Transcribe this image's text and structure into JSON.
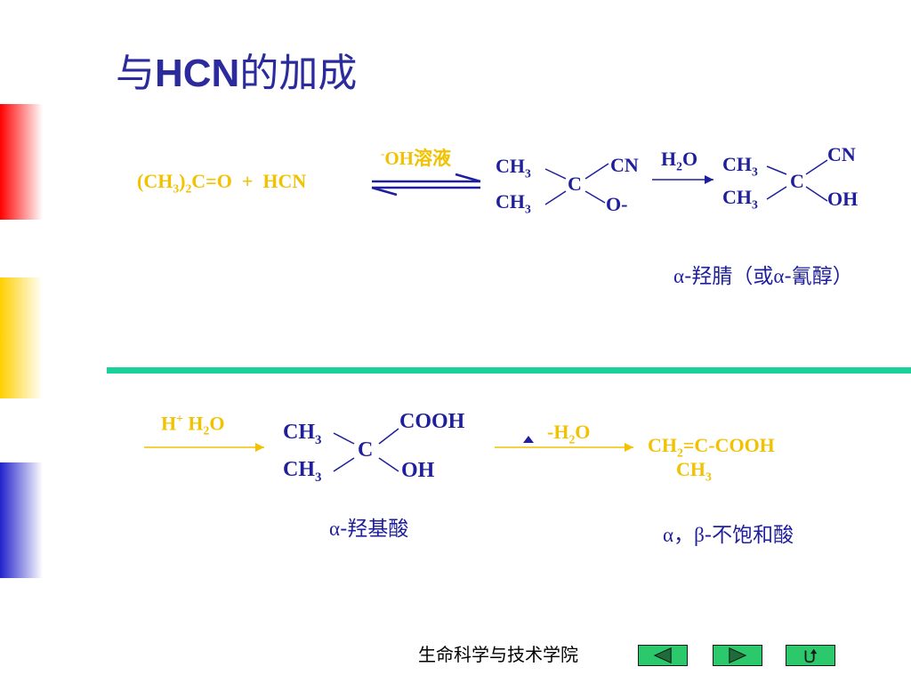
{
  "title": {
    "pre": "与",
    "latin": "HCN",
    "post": "的加成"
  },
  "colors": {
    "title": "#2b2b9e",
    "blue": "#1f1f9c",
    "yellow": "#f2c200",
    "divider": "#19d29b",
    "nav": "#2cc86c"
  },
  "reaction1": {
    "reactant": {
      "p1": "(CH",
      "s1": "3",
      "p2": ")",
      "s2": "2",
      "p3": "C=O  +  HCN"
    },
    "catalyst": {
      "sup": "-",
      "text": "OH溶液"
    },
    "intermediate": {
      "ch3_top": "CH",
      "ch3_top_sub": "3",
      "ch3_bot": "CH",
      "ch3_bot_sub": "3",
      "center": "C",
      "right_top": "CN",
      "right_bot": "O-"
    },
    "reagent": {
      "h": "H",
      "sub": "2",
      "o": "O"
    },
    "product": {
      "ch3_top": "CH",
      "ch3_top_sub": "3",
      "ch3_bot": "CH",
      "ch3_bot_sub": "3",
      "center": "C",
      "right_top": "CN",
      "right_bot": "OH"
    },
    "name": {
      "alpha1": "α",
      "text1": "-羟腈（或",
      "alpha2": "α",
      "text2": "-氰醇）"
    }
  },
  "reaction2": {
    "reagent": {
      "h": "H",
      "sup": "+",
      "h2": " H",
      "sub": "2",
      "o": "O"
    },
    "acid": {
      "ch3_top": "CH",
      "ch3_top_sub": "3",
      "ch3_bot": "CH",
      "ch3_bot_sub": "3",
      "center": "C",
      "right_top": "COOH",
      "right_bot": "OH"
    },
    "acid_name": {
      "alpha": "α",
      "text": "-羟基酸"
    },
    "elimination": {
      "text": "-H",
      "sub": "2",
      "o": "O",
      "heat_icon": "triangle-heat-icon"
    },
    "product": {
      "main1": "CH",
      "sub": "2",
      "main2": "=C-COOH",
      "branch": "CH",
      "branch_sub": "3"
    },
    "product_name": {
      "alpha": "α",
      "comma": "，",
      "beta": "β",
      "text": "-不饱和酸"
    }
  },
  "footer": {
    "text": "生命科学与技术学院"
  },
  "nav": {
    "prev_icon": "prev-triangle-icon",
    "next_icon": "next-triangle-icon",
    "return_icon": "return-arrow-icon"
  }
}
